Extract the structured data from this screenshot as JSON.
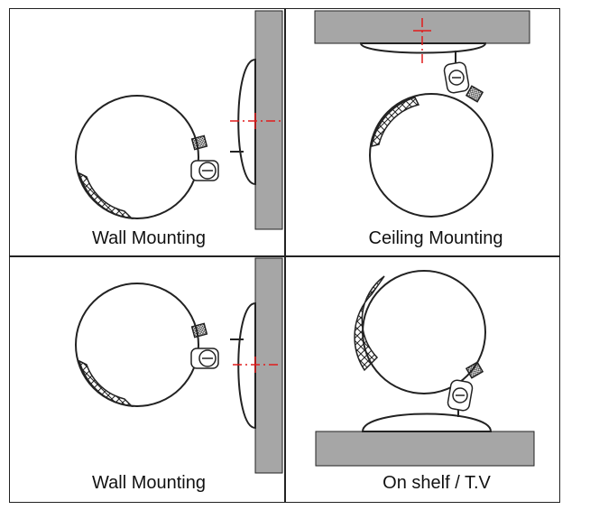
{
  "panels": [
    {
      "caption": "Wall Mounting"
    },
    {
      "caption": "Ceiling Mounting"
    },
    {
      "caption": "Wall Mounting"
    },
    {
      "caption": "On shelf / T.V"
    }
  ],
  "colors": {
    "outline": "#222222",
    "surface": "#a6a6a6",
    "guide_line": "#e01b1b",
    "border": "#222222"
  }
}
